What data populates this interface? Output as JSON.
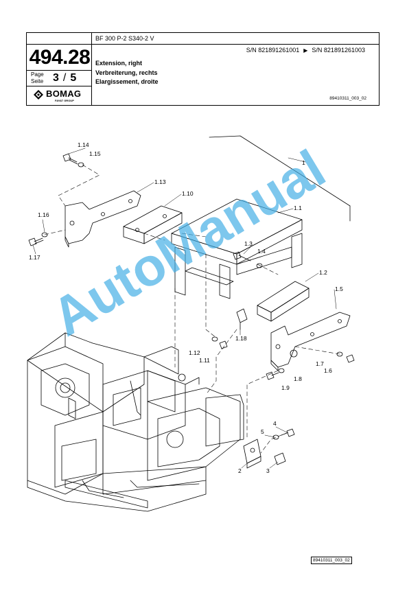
{
  "header": {
    "page_code": "494.28",
    "page_label": "Page",
    "seite_label": "Seite",
    "page_current": "3",
    "page_total": "5",
    "brand": "BOMAG",
    "brand_group": "FAYAT GROUP",
    "model": "BF 300 P-2 S340-2 V",
    "serial_from": "S/N 821891261001",
    "serial_to": "S/N 821891261003",
    "title_en": "Extension, right",
    "title_de": "Verbreiterung, rechts",
    "title_fr": "Elargissement, droite",
    "doc_ref": "89410311_003_02"
  },
  "callouts": {
    "c1": "1",
    "c1_1": "1.1",
    "c1_2": "1.2",
    "c1_3": "1.3",
    "c1_4": "1.4",
    "c1_5": "1.5",
    "c1_6": "1.6",
    "c1_7": "1.7",
    "c1_8": "1.8",
    "c1_9": "1.9",
    "c1_10": "1.10",
    "c1_11": "1.11",
    "c1_12": "1.12",
    "c1_13": "1.13",
    "c1_14": "1.14",
    "c1_15": "1.15",
    "c1_16": "1.16",
    "c1_17": "1.17",
    "c1_18": "1.18",
    "c2": "2",
    "c3": "3",
    "c4": "4",
    "c5": "5"
  },
  "watermark": "AutoManual",
  "footer": {
    "ref": "89410311_003_02"
  },
  "colors": {
    "watermark": "#40ADE5",
    "line": "#000000"
  }
}
